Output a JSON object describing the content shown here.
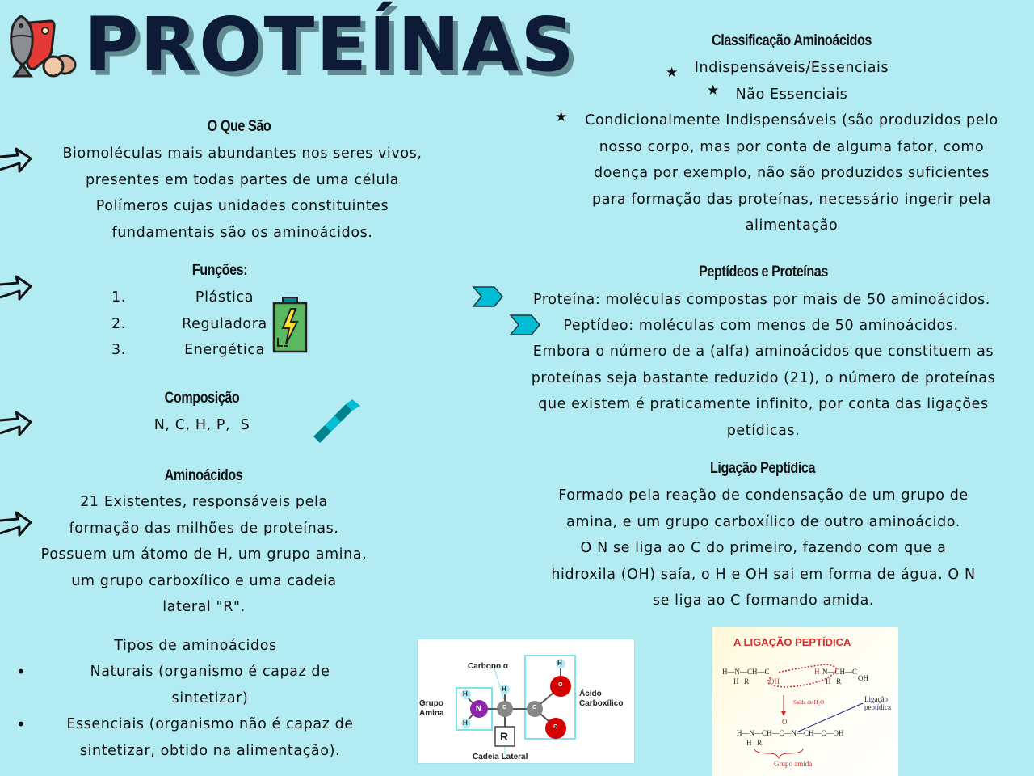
{
  "title": "PROTEÍNAS",
  "colors": {
    "background": "#b2ebf2",
    "title": "#0d1b36",
    "title_shadow": "#5e8a90",
    "chevron": "#00bcd4",
    "battery_green": "#5cb860",
    "helix_teal": "#00838f",
    "helix_cyan": "#00bcd4"
  },
  "icons": {
    "header": "food-protein-icon",
    "section_arrow": "hand-drawn-arrow-icon",
    "battery": "battery-charging-icon",
    "helix": "dna-helix-icon",
    "star": "star-icon",
    "chevron": "chevron-right-icon"
  },
  "o_que_sao": {
    "heading": "O Que São",
    "lines": [
      "Biomoléculas mais abundantes nos seres vivos,",
      "presentes em todas partes de uma célula",
      "Polímeros cujas unidades constituintes",
      "fundamentais são os aminoácidos."
    ]
  },
  "funcoes": {
    "heading": "Funções:",
    "items": [
      {
        "num": "1.",
        "label": "Plástica"
      },
      {
        "num": "2.",
        "label": "Reguladora"
      },
      {
        "num": "3.",
        "label": "Energética"
      }
    ]
  },
  "composicao": {
    "heading": "Composição",
    "value": "N, C, H, P,  S"
  },
  "aminoacidos": {
    "heading": "Aminoácidos",
    "lines": [
      "21 Existentes, responsáveis pela",
      "formação das milhões de proteínas.",
      "Possuem um átomo de H, um grupo amina,",
      "um grupo carboxílico e uma cadeia",
      "lateral \"R\"."
    ]
  },
  "tipos": {
    "heading": "Tipos de aminoácidos",
    "items": [
      {
        "lines": [
          "Naturais (organismo é capaz de",
          "sintetizar)"
        ]
      },
      {
        "lines": [
          "Essenciais (organismo não é capaz de",
          "sintetizar, obtido na alimentação)."
        ]
      }
    ]
  },
  "classificacao": {
    "heading": "Classificação Aminoácidos",
    "items": [
      "Indispensáveis/Essenciais",
      "Não Essenciais"
    ],
    "item3_lines": [
      "Condicionalmente Indispensáveis (são produzidos pelo",
      "nosso corpo, mas por conta de alguma fator, como",
      "doença por exemplo, não são produzidos suficientes",
      "para formação das proteínas, necessário ingerir pela",
      "alimentação"
    ]
  },
  "peptideos": {
    "heading": "Peptídeos e Proteínas",
    "bullets": [
      "Proteína: moléculas compostas por mais de 50 aminoácidos.",
      "Peptídeo: moléculas com menos de 50 aminoácidos."
    ],
    "lines": [
      "Embora o número de a (alfa) aminoácidos que constituem as",
      "proteínas seja bastante reduzido (21), o número de proteínas",
      "que existem é praticamente infinito, por conta das ligações",
      "petídicas."
    ]
  },
  "ligacao": {
    "heading": "Ligação Peptídica",
    "lines": [
      "Formado pela reação de condensação de  um grupo de",
      "amina, e um grupo carboxílico de outro aminoácido.",
      "O N se liga ao C do primeiro, fazendo com que a",
      "hidroxila (OH) saía, o H e OH sai em forma de água. O N",
      "se liga ao C formando amida."
    ]
  },
  "diagram_aminoacid": {
    "carbono_alfa": "Carbono α",
    "grupo_amina": [
      "Grupo",
      "Amina"
    ],
    "acido": [
      "Ácido",
      "Carboxílico"
    ],
    "cadeia": "Cadeia Lateral",
    "r": "R",
    "atoms": {
      "h": "H",
      "n": "N",
      "c": "C",
      "o": "O"
    }
  },
  "diagram_peptide": {
    "title": "A LIGAÇÃO PEPTÍDICA",
    "saida": "Saída de H₂O",
    "ligacao_label": [
      "Ligação",
      "peptídica"
    ],
    "grupo_amida": "Grupo amida",
    "row1_left": "H—N—CH—C",
    "row1_right": "N—CH—C",
    "row1_oh_left": "OH",
    "row1_h": "H",
    "row1_oh_right": "OH",
    "row2": "H—N—CH—C—N—CH—C—OH",
    "sub": "H   R",
    "o": "O"
  }
}
